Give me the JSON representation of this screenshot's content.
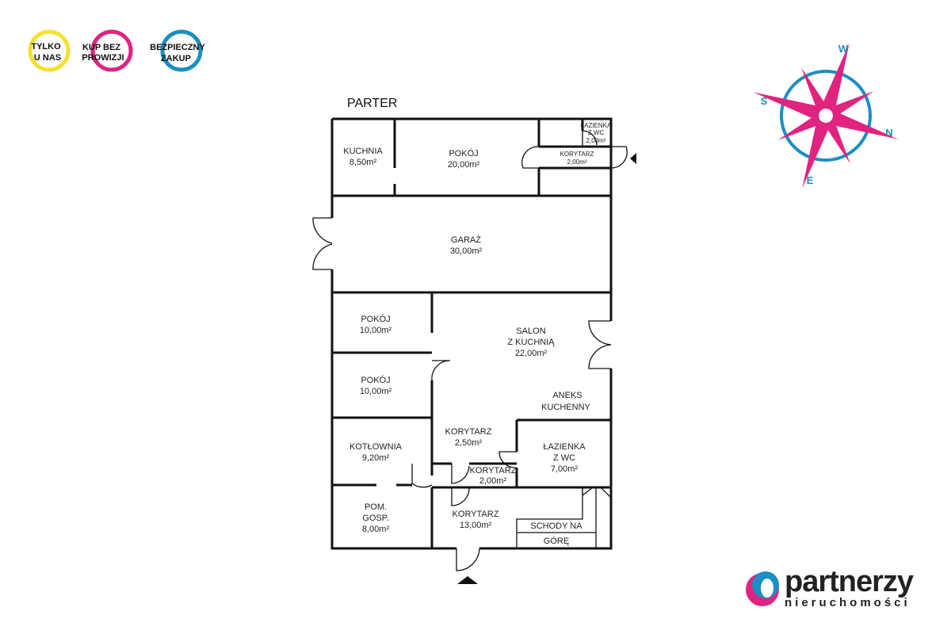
{
  "badges": [
    {
      "line1": "TYLKO",
      "line2": "U NAS",
      "color": "#f5e030"
    },
    {
      "line1": "KUP BEZ",
      "line2": "PROWIZJI",
      "color": "#e0237f"
    },
    {
      "line1": "BEZPIECZNY",
      "line2": "ZAKUP",
      "color": "#1b8ec2"
    }
  ],
  "floor": "PARTER",
  "rooms": {
    "kuchnia": [
      "KUCHNIA",
      "8,50m²"
    ],
    "pokoj1": [
      "POKÓJ",
      "20,00m²"
    ],
    "lazienka1": [
      "ŁAZIENKA",
      "Z WC",
      "2,00m²"
    ],
    "korytarz1": [
      "KORYTARZ",
      "2,00m²"
    ],
    "garaz": [
      "GARAŻ",
      "30,00m²"
    ],
    "pokoj2": [
      "POKÓJ",
      "10,00m²"
    ],
    "pokoj3": [
      "POKÓJ",
      "10,00m²"
    ],
    "salon": [
      "SALON",
      "Z KUCHNIĄ",
      "22,00m²"
    ],
    "aneks": [
      "ANEKS",
      "KUCHENNY"
    ],
    "kotlownia": [
      "KOTŁOWNIA",
      "9,20m²"
    ],
    "korytarz2": [
      "KORYTARZ",
      "2,50m²"
    ],
    "korytarz3": [
      "KORYTARZ",
      "2,00m²"
    ],
    "lazienka2": [
      "ŁAZIENKA",
      "Z WC",
      "7,00m²"
    ],
    "pomgosp": [
      "POM.",
      "GOSP.",
      "8,00m²"
    ],
    "korytarz4": [
      "KORYTARZ",
      "13,00m²"
    ],
    "schody": [
      "SCHODY NA",
      "GÓRĘ"
    ]
  },
  "compass": {
    "n": "N",
    "s": "S",
    "e": "E",
    "w": "W"
  },
  "logo": {
    "name": "partnerzy",
    "sub": "nieruchomości"
  }
}
